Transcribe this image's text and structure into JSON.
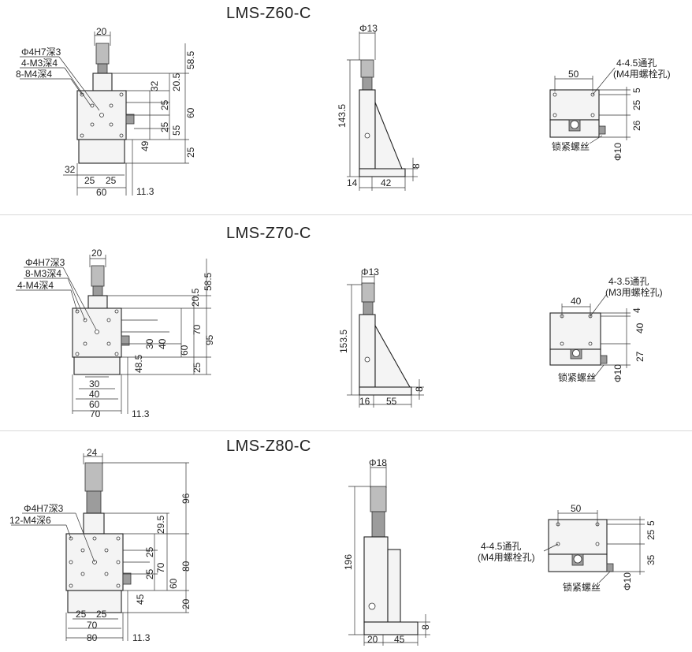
{
  "models": [
    {
      "title": "LMS-Z60-C",
      "front": {
        "callouts": [
          "Φ4H7深3",
          "4-M3深4",
          "8-M4深4"
        ],
        "top": "20",
        "right": [
          "58.5",
          "20.5",
          "32",
          "25",
          "25",
          "55",
          "60",
          "49",
          "25"
        ],
        "bottom": [
          "32",
          "25",
          "25",
          "60",
          "11.3"
        ]
      },
      "side": {
        "top": "Φ13",
        "height": "143.5",
        "bottom": [
          "14",
          "42"
        ],
        "right": "8"
      },
      "top_view": {
        "width": "50",
        "hole_note": [
          "4-4.5通孔",
          "(M4用螺栓孔)"
        ],
        "right": [
          "5",
          "25",
          "26"
        ],
        "diameter": "Φ10",
        "lock": "锁紧螺丝"
      }
    },
    {
      "title": "LMS-Z70-C",
      "front": {
        "callouts": [
          "Φ4H7深3",
          "8-M3深4",
          "4-M4深4"
        ],
        "top": "20",
        "right": [
          "58.5",
          "20.5",
          "30",
          "40",
          "60",
          "70",
          "95",
          "48.5",
          "25"
        ],
        "bottom": [
          "30",
          "40",
          "60",
          "70",
          "11.3"
        ]
      },
      "side": {
        "top": "Φ13",
        "height": "153.5",
        "bottom": [
          "16",
          "55"
        ],
        "right": "8"
      },
      "top_view": {
        "width": "40",
        "hole_note": [
          "4-3.5通孔",
          "(M3用螺栓孔)"
        ],
        "right": [
          "4",
          "40",
          "27"
        ],
        "diameter": "Φ10",
        "lock": "锁紧螺丝"
      }
    },
    {
      "title": "LMS-Z80-C",
      "front": {
        "callouts": [
          "Φ4H7深3",
          "12-M4深6"
        ],
        "top": "24",
        "right": [
          "96",
          "29.5",
          "25",
          "25",
          "70",
          "80",
          "60",
          "45",
          "20"
        ],
        "bottom": [
          "25",
          "25",
          "70",
          "80",
          "11.3"
        ]
      },
      "side": {
        "top": "Φ18",
        "height": "196",
        "bottom": [
          "20",
          "45"
        ],
        "right": "8"
      },
      "top_view": {
        "width": "50",
        "hole_note": [
          "4-4.5通孔",
          "(M4用螺栓孔)"
        ],
        "right": [
          "5",
          "25",
          "35"
        ],
        "diameter": "Φ10",
        "lock": "锁紧螺丝"
      }
    }
  ]
}
